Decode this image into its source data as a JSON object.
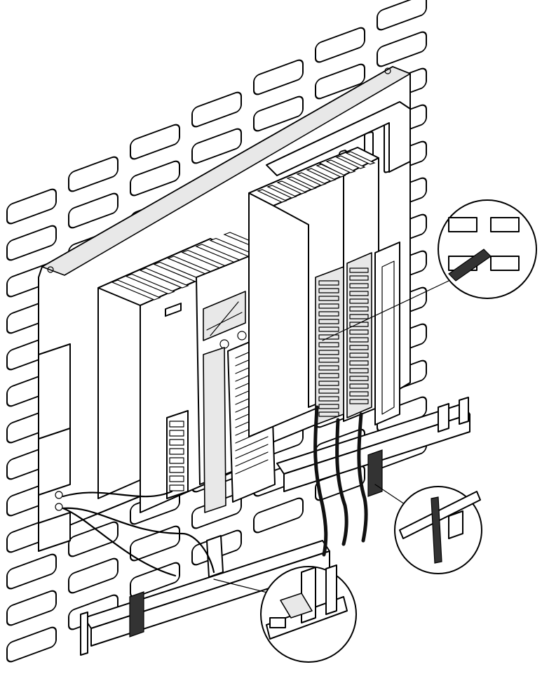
{
  "figure": {
    "module_labels": [
      "",
      "",
      "",
      ""
    ]
  },
  "colors": {
    "line": "#000000",
    "background": "#ffffff",
    "shade": "#e8e8e8",
    "cable": "#111111"
  },
  "icons": [
    "perforated-panel",
    "mounting-rail",
    "power-supply-module",
    "processor-module",
    "io-module",
    "terminal-block",
    "cable-clamp-bar",
    "detail-magnifier"
  ]
}
